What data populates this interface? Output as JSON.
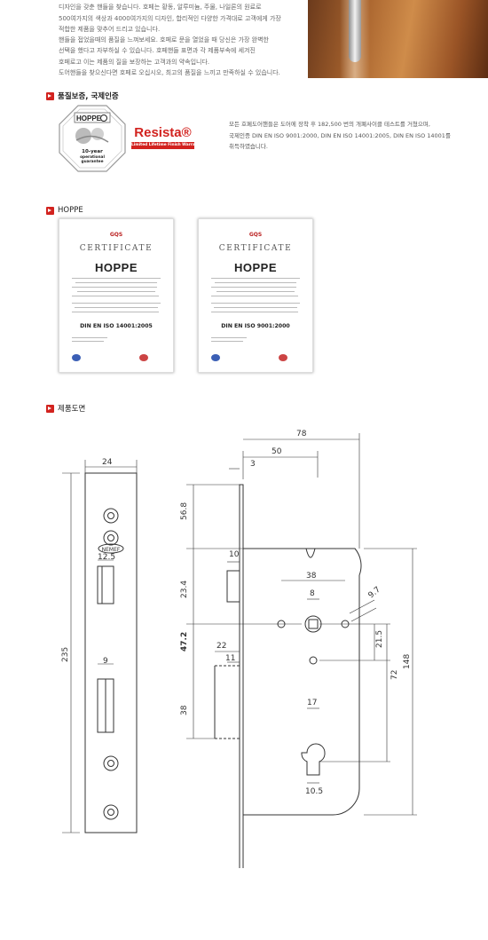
{
  "intro": {
    "lines": [
      "디자인을 갖춘 핸들을 찾습니다. 호페는 황동, 알루미늄, 주물, 나일론의 원료로",
      "500여가지의 색상과 4000여가지의 디자인, 합리적인 다양한 가격대로 고객에게 가장",
      "적합한 제품을 맞추어 드리고 있습니다.",
      "핸들을 접었을때의 품질을 느껴보세요. 호페로 문을 열었을 때 당신은 가장 완벽한",
      "선택을 했다고 자부하실 수 있습니다. 호페핸들 표면과 각 제품부속에 세겨진",
      "호페로고 이는 제품의 질을 보장하는 고객과의 약속입니다.",
      "도어핸들을 찾으신다면 호페로 오십시오, 최고의 품질을 느끼고 만족하실 수 있습니다."
    ]
  },
  "quality": {
    "title": "품질보증, 국제인증",
    "badge_brand": "HOPPE",
    "badge_lines": [
      "10-year",
      "operational",
      "guarantee"
    ],
    "resista_name": "Resista®",
    "resista_sub": "Limited Lifetime Finish Warranty",
    "text_lines": [
      "모든 호페도어핸들은 도어에 장착 후 182,500 번의 개폐사이클 테스트를 거쳤으며,",
      "국제인증 DIN EN ISO 9001:2000, DIN EN ISO 14001:2005, DIN EN ISO 14001를",
      "취득하였습니다."
    ]
  },
  "hoppe": {
    "title": "HOPPE",
    "certificates": [
      {
        "gqs": "GQS",
        "title": "CERTIFICATE",
        "logo": "HOPPE",
        "standard": "DIN EN ISO 14001:2005"
      },
      {
        "gqs": "GQS",
        "title": "CERTIFICATE",
        "logo": "HOPPE",
        "standard": "DIN EN ISO 9001:2000"
      }
    ]
  },
  "drawing": {
    "title": "제품도면",
    "faceplate_brand": "NEMEF",
    "dims": {
      "d78": "78",
      "d50": "50",
      "d24": "24",
      "d3": "3",
      "d56_8": "56.8",
      "d10": "10",
      "d12_5": "12.5",
      "d38_top": "38",
      "d8": "8",
      "d23_4": "23.4",
      "d9_7": "9.7",
      "d47_2": "47.2",
      "d22": "22",
      "d21_5": "21.5",
      "d11": "11",
      "d9": "9",
      "d235": "235",
      "d148": "148",
      "d72": "72",
      "d38_left": "38",
      "d17": "17",
      "d10_5": "10.5"
    }
  }
}
